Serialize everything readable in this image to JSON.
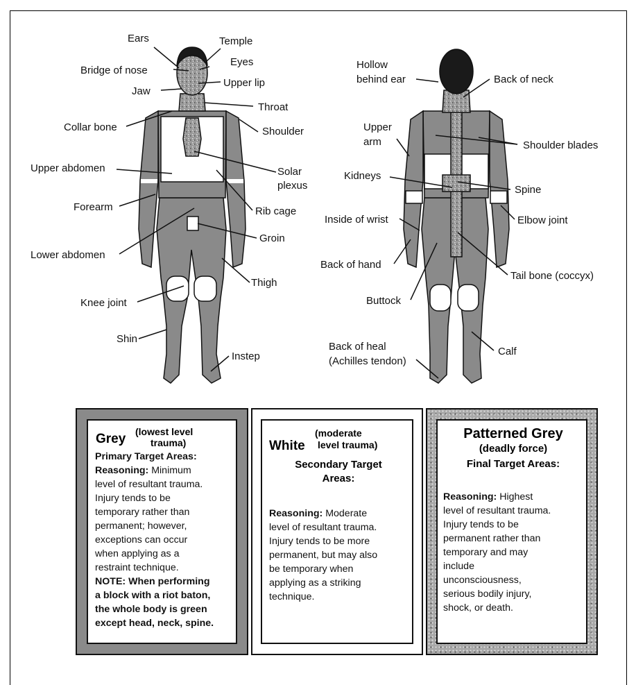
{
  "front_labels": {
    "ears": "Ears",
    "temple": "Temple",
    "bridge_of_nose": "Bridge of nose",
    "eyes": "Eyes",
    "upper_lip": "Upper lip",
    "jaw": "Jaw",
    "throat": "Throat",
    "collar_bone": "Collar bone",
    "shoulder": "Shoulder",
    "upper_abdomen": "Upper abdomen",
    "solar": "Solar",
    "plexus": "plexus",
    "forearm": "Forearm",
    "rib_cage": "Rib cage",
    "groin": "Groin",
    "lower_abdomen": "Lower abdomen",
    "thigh": "Thigh",
    "knee_joint": "Knee joint",
    "shin": "Shin",
    "instep": "Instep"
  },
  "back_labels": {
    "hollow": "Hollow",
    "behind_ear": "behind ear",
    "back_of_neck": "Back of neck",
    "upper": "Upper",
    "arm": "arm",
    "shoulder_blades": "Shoulder blades",
    "kidneys": "Kidneys",
    "spine": "Spine",
    "inside_of_wrist": "Inside of wrist",
    "elbow_joint": "Elbow joint",
    "back_of_hand": "Back of hand",
    "tail_bone": "Tail bone (coccyx)",
    "buttock": "Buttock",
    "back_of_heal": "Back of heal",
    "achilles": "(Achilles tendon)",
    "calf": "Calf"
  },
  "cards": {
    "grey": {
      "title": "Grey",
      "subtitle_1": "(lowest level",
      "subtitle_2": "trauma)",
      "heading": "Primary Target Areas:",
      "reasoning_label": "Reasoning:",
      "reasoning_lines": [
        "Minimum",
        "level of resultant trauma.",
        "Injury tends to be",
        "temporary rather than",
        "permanent; however,",
        "exceptions can occur",
        "when applying as a",
        "restraint technique."
      ],
      "note_lines": [
        "NOTE: When performing",
        "a block with a riot baton,",
        "the whole body is green",
        "except head, neck, spine."
      ]
    },
    "white": {
      "title": "White",
      "subtitle_1": "(moderate",
      "subtitle_2": "level trauma)",
      "heading_1": "Secondary Target",
      "heading_2": "Areas:",
      "reasoning_label": "Reasoning:",
      "reasoning_lines": [
        "Moderate",
        "level of resultant trauma.",
        "Injury tends to be more",
        "permanent, but may also",
        "be temporary when",
        "applying as a striking",
        "technique."
      ]
    },
    "patterned": {
      "title": "Patterned Grey",
      "subtitle": "(deadly force)",
      "heading": "Final Target Areas:",
      "reasoning_label": "Reasoning:",
      "reasoning_lines": [
        "Highest",
        "level of resultant trauma.",
        "Injury tends to be",
        "permanent rather than",
        "temporary and may",
        "include",
        "unconsciousness,",
        "serious bodily injury,",
        "shock, or death."
      ]
    }
  },
  "colors": {
    "grey": "#8a8a8a",
    "dark": "#1a1a1a",
    "speckle": "#b4b4b4",
    "white": "#ffffff"
  }
}
